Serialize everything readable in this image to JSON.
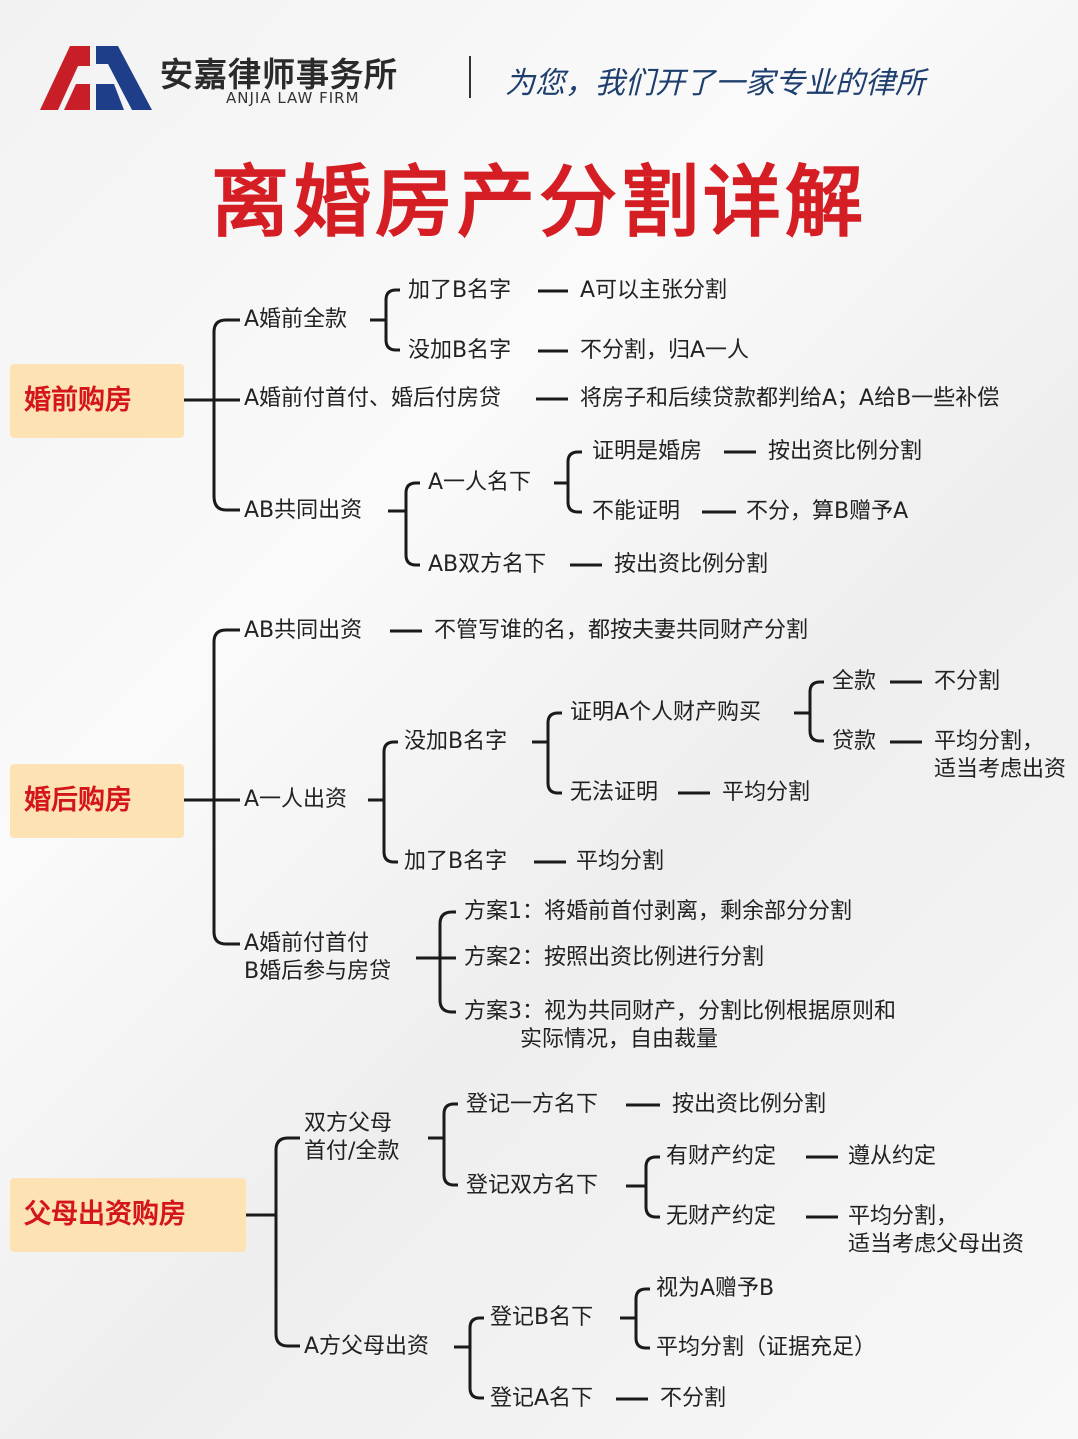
{
  "header": {
    "firm_cn": "安嘉律师事务所",
    "firm_en": "ANJIA LAW FIRM",
    "slogan": "为您，我们开了一家专业的律所",
    "logo_colors": {
      "left": "#c81e28",
      "right": "#1f3e8a"
    }
  },
  "title": "离婚房产分割详解",
  "sections": {
    "prenup": {
      "label": "婚前购房",
      "a_full": "A婚前全款",
      "a_full_add_b": "加了B名字",
      "a_full_add_b_result": "A可以主张分割",
      "a_full_no_b": "没加B名字",
      "a_full_no_b_result": "不分割，归A一人",
      "down_payment": "A婚前付首付、婚后付房贷",
      "down_payment_result": "将房子和后续贷款都判给A；A给B一些补偿",
      "joint": "AB共同出资",
      "joint_a_name": "A一人名下",
      "joint_a_name_prove": "证明是婚房",
      "joint_a_name_prove_result": "按出资比例分割",
      "joint_a_name_cannot": "不能证明",
      "joint_a_name_cannot_result": "不分，算B赠予A",
      "joint_both": "AB双方名下",
      "joint_both_result": "按出资比例分割"
    },
    "postnup": {
      "label": "婚后购房",
      "joint": "AB共同出资",
      "joint_result": "不管写谁的名，都按夫妻共同财产分割",
      "a_alone": "A一人出资",
      "no_b": "没加B名字",
      "prove_personal": "证明A个人财产购买",
      "full": "全款",
      "full_result": "不分割",
      "loan": "贷款",
      "loan_result": "平均分割，\n适当考虑出资",
      "cannot_prove": "无法证明",
      "cannot_prove_result": "平均分割",
      "add_b": "加了B名字",
      "add_b_result": "平均分割",
      "mixed": "A婚前付首付\nB婚后参与房贷",
      "plan1": "方案1：将婚前首付剥离，剩余部分分割",
      "plan2": "方案2：按照出资比例进行分割",
      "plan3": "方案3：视为共同财产，分割比例根据原则和\n        实际情况，自由裁量"
    },
    "parents": {
      "label": "父母出资购房",
      "both_parents": "双方父母\n首付/全款",
      "reg_one": "登记一方名下",
      "reg_one_result": "按出资比例分割",
      "reg_both": "登记双方名下",
      "agreement": "有财产约定",
      "agreement_result": "遵从约定",
      "no_agreement": "无财产约定",
      "no_agreement_result": "平均分割，\n适当考虑父母出资",
      "a_parents": "A方父母出资",
      "reg_b": "登记B名下",
      "gift": "视为A赠予B",
      "equal_evidence": "平均分割（证据充足）",
      "reg_a": "登记A名下",
      "reg_a_result": "不分割"
    }
  }
}
